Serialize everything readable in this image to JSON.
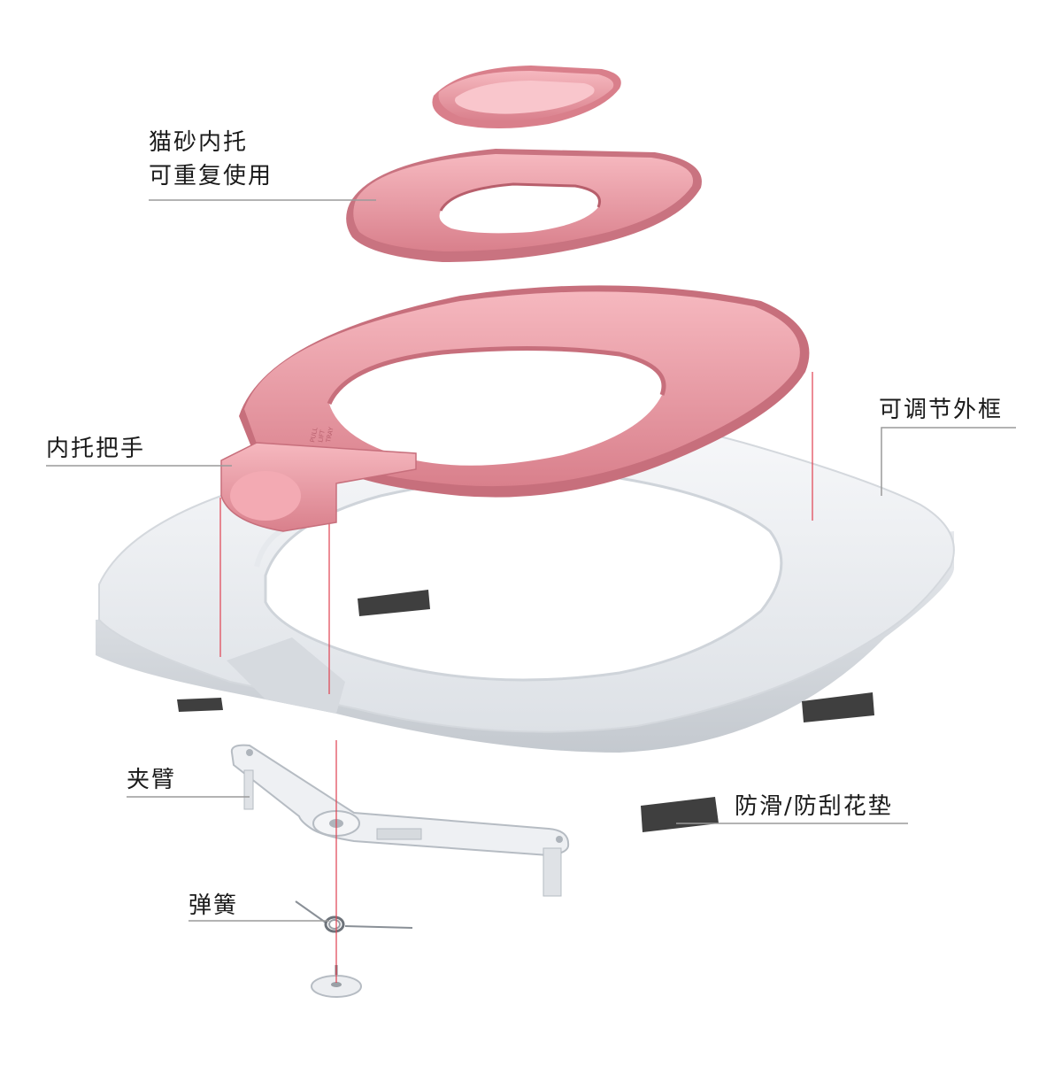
{
  "labels": {
    "inner_tray_line1": "猫砂内托",
    "inner_tray_line2": "可重复使用",
    "handle": "内托把手",
    "outer_frame": "可调节外框",
    "clip_arm": "夹臂",
    "pads": "防滑/防刮花垫",
    "spring": "弹簧"
  },
  "handle_engraving": [
    "PULL",
    "LIFT",
    "TRAY"
  ],
  "colors": {
    "pink": "#e8939d",
    "pink_dark": "#c86f7c",
    "frame_white": "#eceff2",
    "frame_shadow": "#c9ced4",
    "pad": "#3d3d3d",
    "leader": "#9a9a9a",
    "guide_red": "#e04050"
  }
}
